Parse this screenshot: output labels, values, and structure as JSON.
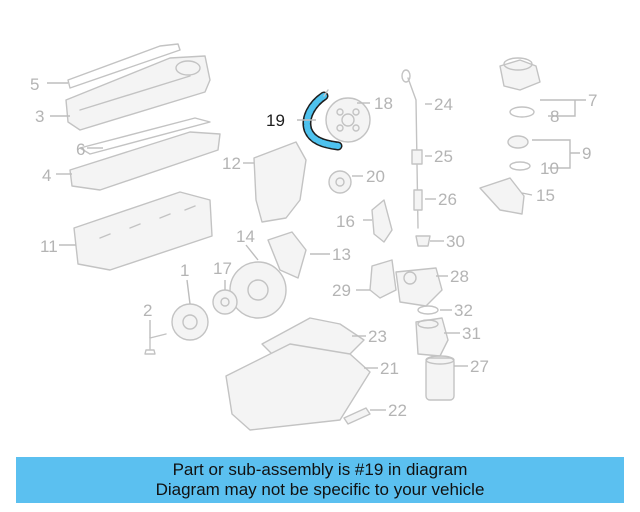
{
  "callouts": [
    "1",
    "2",
    "3",
    "4",
    "5",
    "6",
    "7",
    "8",
    "9",
    "10",
    "11",
    "12",
    "13",
    "14",
    "15",
    "16",
    "17",
    "18",
    "19",
    "20",
    "21",
    "22",
    "23",
    "24",
    "25",
    "26",
    "27",
    "28",
    "29",
    "30",
    "31",
    "32"
  ],
  "highlight": {
    "part": "19",
    "color": "#4ec2ee"
  },
  "banner": {
    "line1": "Part or sub-assembly is #19 in diagram",
    "line2": "Diagram may not be specific to your vehicle",
    "color": "#5bc0f0"
  }
}
